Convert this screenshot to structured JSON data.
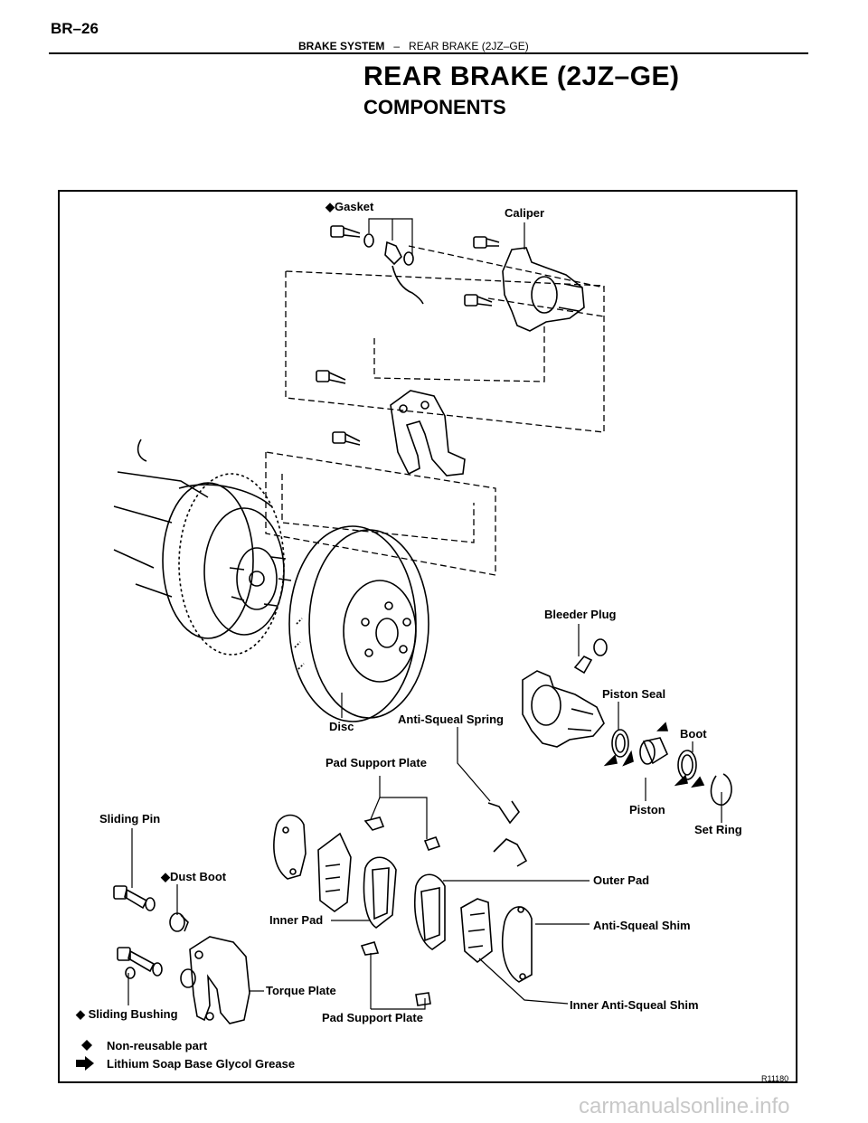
{
  "header": {
    "page_number": "BR–26",
    "system": "BRAKE SYSTEM",
    "separator": "–",
    "section": "REAR BRAKE (2JZ–GE)"
  },
  "title": "REAR BRAKE (2JZ–GE)",
  "subtitle": "COMPONENTS",
  "diagram": {
    "labels": {
      "gasket": "◆Gasket",
      "caliper": "Caliper",
      "bleeder_plug": "Bleeder Plug",
      "piston_seal": "Piston Seal",
      "boot": "Boot",
      "piston": "Piston",
      "set_ring": "Set Ring",
      "disc": "Disc",
      "anti_squeal_spring": "Anti-Squeal Spring",
      "pad_support_plate_top": "Pad Support Plate",
      "sliding_pin": "Sliding Pin",
      "dust_boot": "◆Dust Boot",
      "inner_pad": "Inner Pad",
      "outer_pad": "Outer Pad",
      "anti_squeal_shim": "Anti-Squeal Shim",
      "torque_plate": "Torque Plate",
      "inner_anti_squeal_shim": "Inner Anti-Squeal Shim",
      "sliding_bushing": "◆ Sliding Bushing",
      "pad_support_plate_bottom": "Pad Support Plate"
    },
    "legend": [
      {
        "icon": "diamond-icon",
        "text": "Non-reusable part"
      },
      {
        "icon": "arrow-icon",
        "text": "Lithium Soap Base Glycol Grease"
      }
    ],
    "figure_code": "R11180"
  },
  "watermark": "carmanualsonline.info"
}
